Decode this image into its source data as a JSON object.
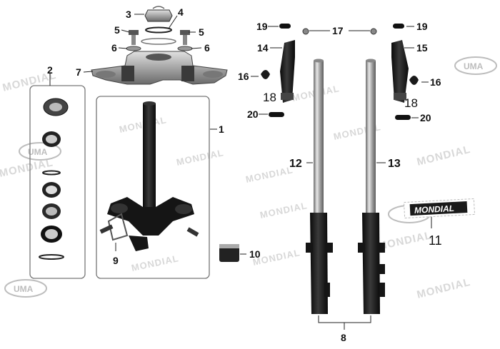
{
  "watermarks": {
    "brand": "MONDIAL",
    "logo": "UMA"
  },
  "decal": {
    "text": "MONDIAL"
  },
  "callouts": {
    "c1": "1",
    "c2": "2",
    "c3": "3",
    "c4": "4",
    "c5a": "5",
    "c5b": "5",
    "c6a": "6",
    "c6b": "6",
    "c7": "7",
    "c8": "8",
    "c9": "9",
    "c10": "10",
    "c11": "11",
    "c12": "12",
    "c13": "13",
    "c14": "14",
    "c15": "15",
    "c16a": "16",
    "c16b": "16",
    "c17": "17",
    "c18a": "18",
    "c18b": "18",
    "c19a": "19",
    "c19b": "19",
    "c20a": "20",
    "c20b": "20"
  },
  "colors": {
    "part_black": "#151515",
    "chrome": "#b8b8b8",
    "outline": "#555555",
    "watermark": "#d8d8d8"
  }
}
